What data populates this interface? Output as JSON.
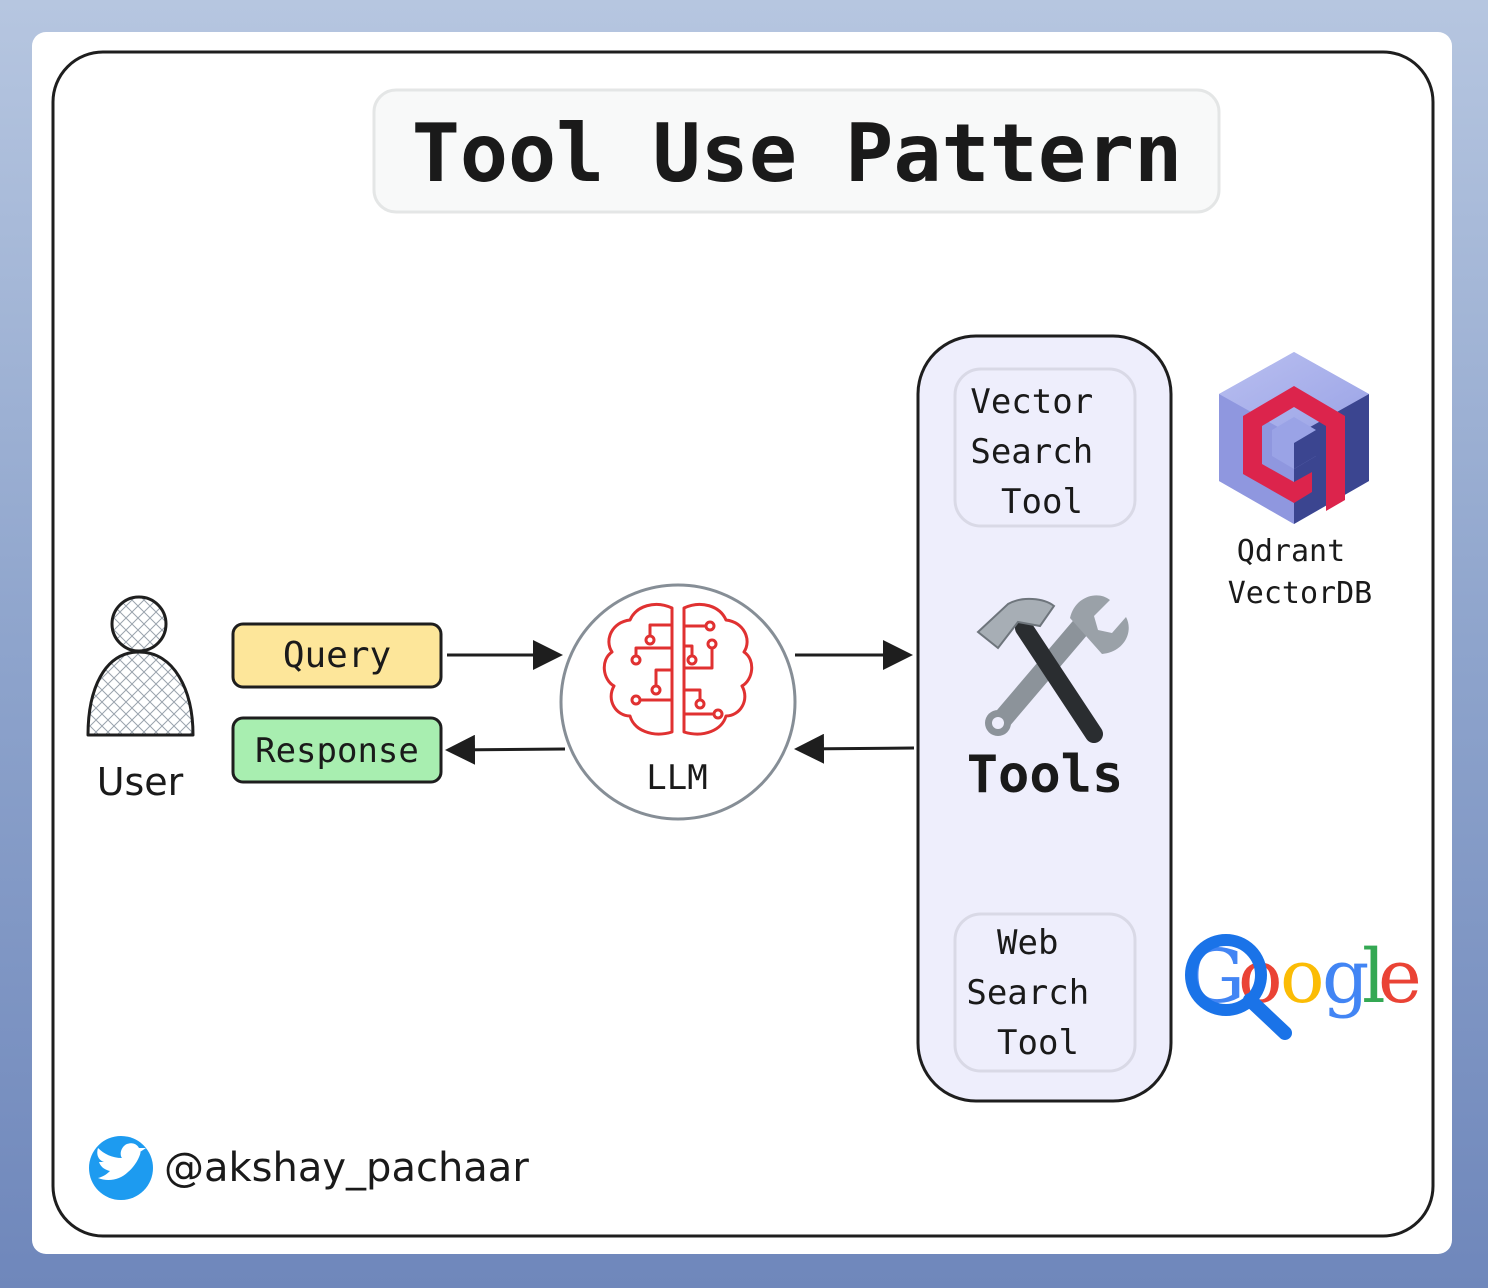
{
  "title": "Tool Use Pattern",
  "user": {
    "label": "User"
  },
  "query": {
    "label": "Query",
    "fill": "#fde69a",
    "stroke": "#1e1e1e"
  },
  "response": {
    "label": "Response",
    "fill": "#a8eeb0",
    "stroke": "#1e1e1e"
  },
  "llm": {
    "label": "LLM",
    "brain_color": "#e03131"
  },
  "tools": {
    "panel_fill": "#eeeefc",
    "label": "Tools",
    "vector_tool": [
      "Vector",
      "Search",
      "Tool"
    ],
    "web_tool": [
      "Web",
      "Search",
      "Tool"
    ]
  },
  "qdrant": {
    "lines": [
      "Qdrant",
      "VectorDB"
    ],
    "brand": "#dc244c"
  },
  "google": {
    "letters": [
      "G",
      "o",
      "o",
      "g",
      "l",
      "e"
    ],
    "colors": [
      "#4285f4",
      "#ea4335",
      "#fbbc05",
      "#4285f4",
      "#34a853",
      "#ea4335"
    ]
  },
  "footer": {
    "handle": "@akshay_pachaar",
    "twitter_color": "#1d9bf0"
  }
}
